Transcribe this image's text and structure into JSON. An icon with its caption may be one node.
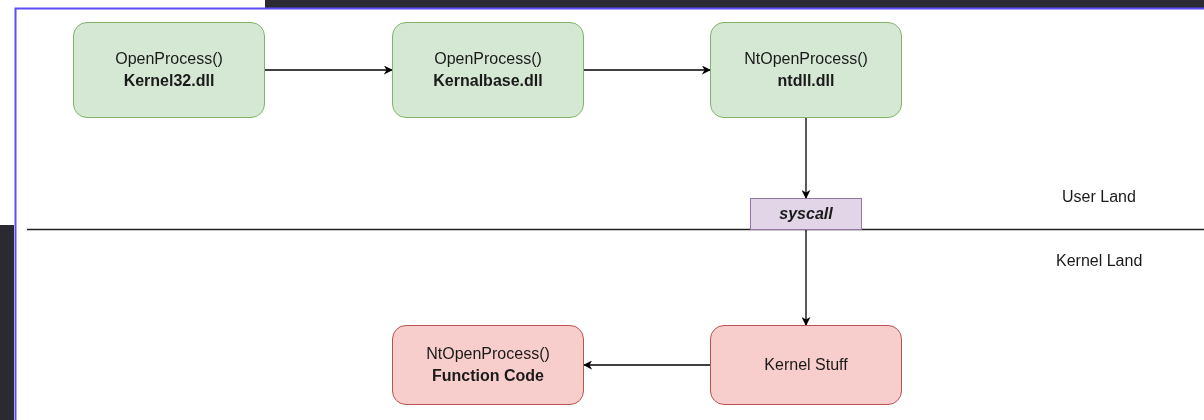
{
  "diagram": {
    "nodes": [
      {
        "text": [
          "OpenProcess()",
          "Kernel32.dll"
        ]
      },
      {
        "text": [
          "OpenProcess()",
          "Kernalbase.dll"
        ]
      },
      {
        "text": [
          "NtOpenProcess()",
          "ntdll.dll"
        ]
      },
      {
        "text": [
          "syscall"
        ]
      },
      {
        "text": [
          "NtOpenProcess()",
          "Function Code"
        ]
      },
      {
        "text": [
          "Kernel Stuff"
        ]
      }
    ],
    "edges": [
      {
        "from": 0,
        "to": 1,
        "arrow": "to"
      },
      {
        "from": 1,
        "to": 2,
        "arrow": "to"
      },
      {
        "from": 2,
        "to": 3,
        "arrow": "to"
      },
      {
        "from": 3,
        "to": 5,
        "arrow": "to"
      },
      {
        "from": 5,
        "to": 4,
        "arrow": "to"
      }
    ],
    "labels": [
      "User Land",
      "Kernel Land"
    ]
  }
}
